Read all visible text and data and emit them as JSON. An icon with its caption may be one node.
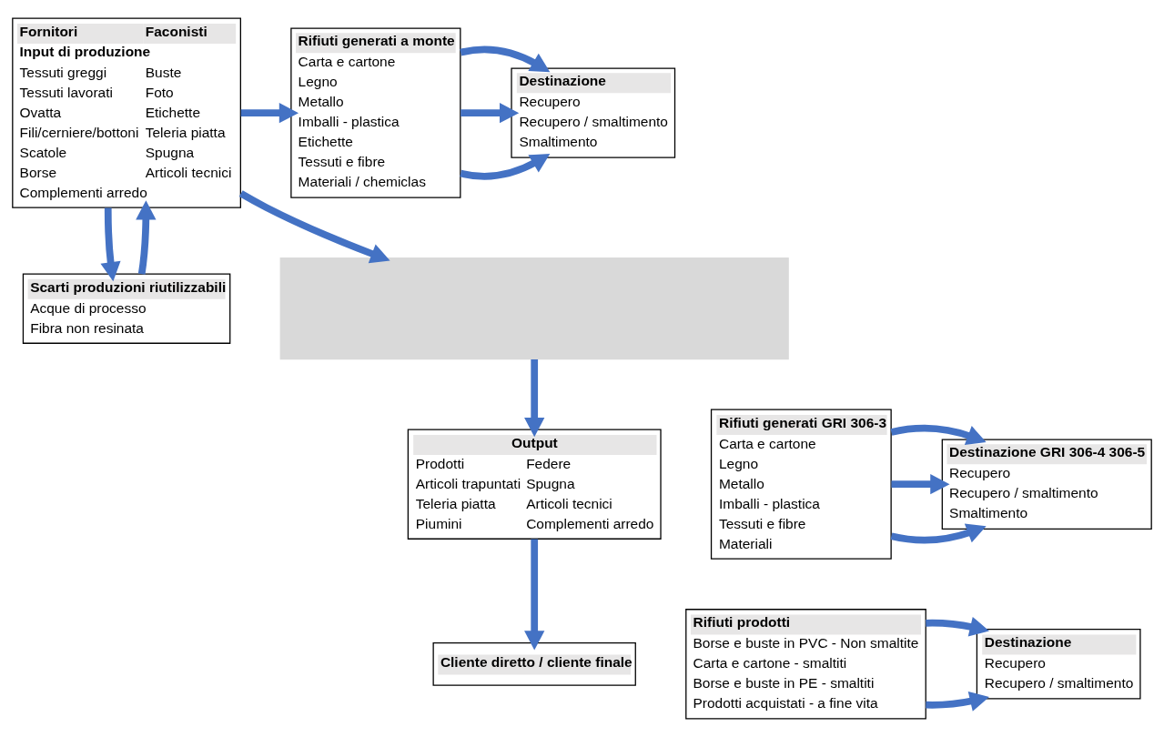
{
  "diagram": {
    "nodes": [
      {
        "text": [
          "Fornitori",
          "Faconisti",
          "Input di produzione",
          "Tessuti greggi",
          "Buste",
          "Tessuti lavorati",
          "Foto",
          "Ovatta",
          "Etichette",
          "Fili/cerniere/bottoni",
          "Teleria piatta",
          "Scatole",
          "Spugna",
          "Borse",
          "Articoli tecnici",
          "Complementi arredo"
        ]
      },
      {
        "text": [
          "Rifiuti generati a monte",
          "Carta e cartone",
          "Legno",
          "Metallo",
          "Imballi - plastica",
          "Etichette",
          "Tessuti e fibre",
          "Materiali / chemiclas"
        ]
      },
      {
        "text": [
          "Destinazione",
          "Recupero",
          "Recupero / smaltimento",
          "Smaltimento"
        ]
      },
      {
        "text": [
          "Scarti produzioni riutilizzabili",
          "Acque di processo",
          "Fibra non resinata"
        ]
      },
      {
        "text": [],
        "shape": "box"
      },
      {
        "text": [
          "Output",
          "Prodotti",
          "Federe",
          "Articoli trapuntati",
          "Spugna",
          "Teleria piatta",
          "Articoli tecnici",
          "Piumini",
          "Complementi arredo"
        ]
      },
      {
        "text": [
          "Cliente diretto / cliente finale"
        ]
      },
      {
        "text": [
          "Rifiuti generati GRI 306-3",
          "Carta e cartone",
          "Legno",
          "Metallo",
          "Imballi - plastica",
          "Tessuti e fibre",
          "Materiali"
        ]
      },
      {
        "text": [
          "Destinazione GRI 306-4 306-5",
          "Recupero",
          "Recupero / smaltimento",
          "Smaltimento"
        ]
      },
      {
        "text": [
          "Rifiuti prodotti",
          "Borse e buste in PVC - Non smaltite",
          "Carta e cartone - smaltiti",
          "Borse e buste in PE - smaltiti",
          "Prodotti acquistati - a fine vita"
        ]
      },
      {
        "text": [
          "Destinazione",
          "Recupero",
          "Recupero / smaltimento"
        ]
      }
    ],
    "edges": [
      {
        "from": 0,
        "to": 1,
        "arrow": "to"
      },
      {
        "from": 1,
        "to": 2,
        "arrow": "to"
      },
      {
        "from": 1,
        "to": 2,
        "arrow": "to"
      },
      {
        "from": 1,
        "to": 2,
        "arrow": "to"
      },
      {
        "from": 0,
        "to": 3,
        "arrow": "to"
      },
      {
        "from": 3,
        "to": 0,
        "arrow": "to"
      },
      {
        "from": 0,
        "to": 4,
        "arrow": "to"
      },
      {
        "from": 4,
        "to": 5,
        "arrow": "to"
      },
      {
        "from": 5,
        "to": 6,
        "arrow": "to"
      },
      {
        "from": 7,
        "to": 8,
        "arrow": "to"
      },
      {
        "from": 7,
        "to": 8,
        "arrow": "to"
      },
      {
        "from": 7,
        "to": 8,
        "arrow": "to"
      },
      {
        "from": 9,
        "to": 10,
        "arrow": "to"
      },
      {
        "from": 9,
        "to": 10,
        "arrow": "to"
      }
    ]
  }
}
